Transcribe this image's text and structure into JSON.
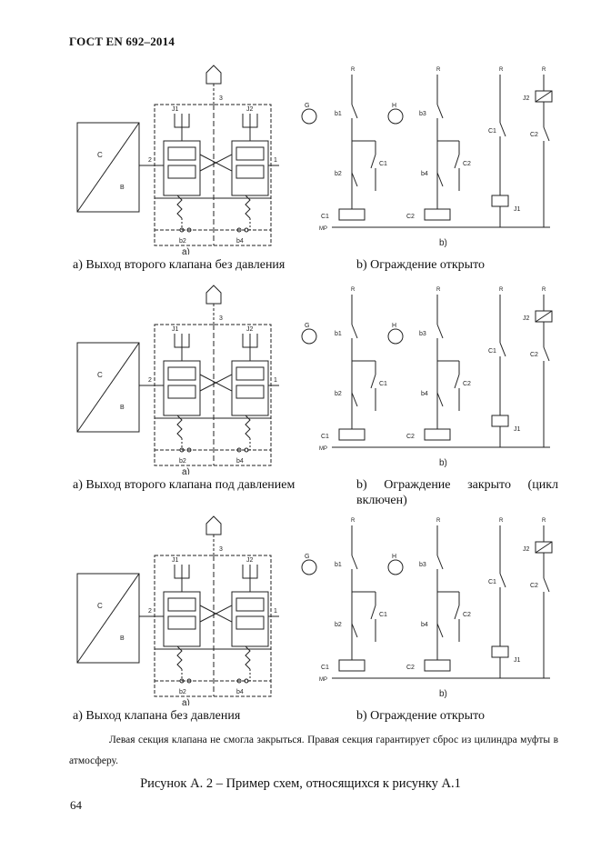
{
  "header": {
    "standard": "ГОСТ EN 692–2014"
  },
  "diagrams": [
    {
      "caption_a": "a) Выход второго клапана без давления",
      "caption_b": "b) Ограждение открыто",
      "caption_b_line2": "",
      "sub_a": "a)",
      "sub_b": "b)",
      "labels": {
        "C": "C",
        "B": "B",
        "num2": "2",
        "num3": "3",
        "num1": "1",
        "J1": "J1",
        "J2": "J2",
        "b1": "b1",
        "b2": "b2",
        "b3": "b3",
        "b4": "b4",
        "G": "G",
        "H": "H",
        "C1": "C1",
        "C2": "C2",
        "R": "R",
        "MP": "MP"
      }
    },
    {
      "caption_a": "a) Выход второго клапана под давлением",
      "caption_b": "b) Ограждение закрыто (цикл",
      "caption_b_line2": "включен)",
      "sub_a": "a)",
      "sub_b": "b)",
      "labels": {
        "C": "C",
        "B": "B",
        "num2": "2",
        "num3": "3",
        "num1": "1",
        "J1": "J1",
        "J2": "J2",
        "b1": "b1",
        "b2": "b2",
        "b3": "b3",
        "b4": "b4",
        "G": "G",
        "H": "H",
        "C1": "C1",
        "C2": "C2",
        "R": "R",
        "MP": "MP"
      }
    },
    {
      "caption_a": "a) Выход клапана без давления",
      "caption_b": "b) Ограждение открыто",
      "caption_b_line2": "",
      "sub_a": "a)",
      "sub_b": "b)",
      "labels": {
        "C": "C",
        "B": "B",
        "num2": "2",
        "num3": "3",
        "num1": "1",
        "J1": "J1",
        "J2": "J2",
        "b1": "b1",
        "b2": "b2",
        "b3": "b3",
        "b4": "b4",
        "G": "G",
        "H": "H",
        "C1": "C1",
        "C2": "C2",
        "R": "R",
        "MP": "MP"
      }
    }
  ],
  "note": "Левая секция клапана не смогла закрыться. Правая секция гарантирует сброс из цилиндра муфты в атмосферу.",
  "figure_title": "Рисунок А. 2 – Пример схем, относящихся к рисунку А.1",
  "page_number": "64"
}
